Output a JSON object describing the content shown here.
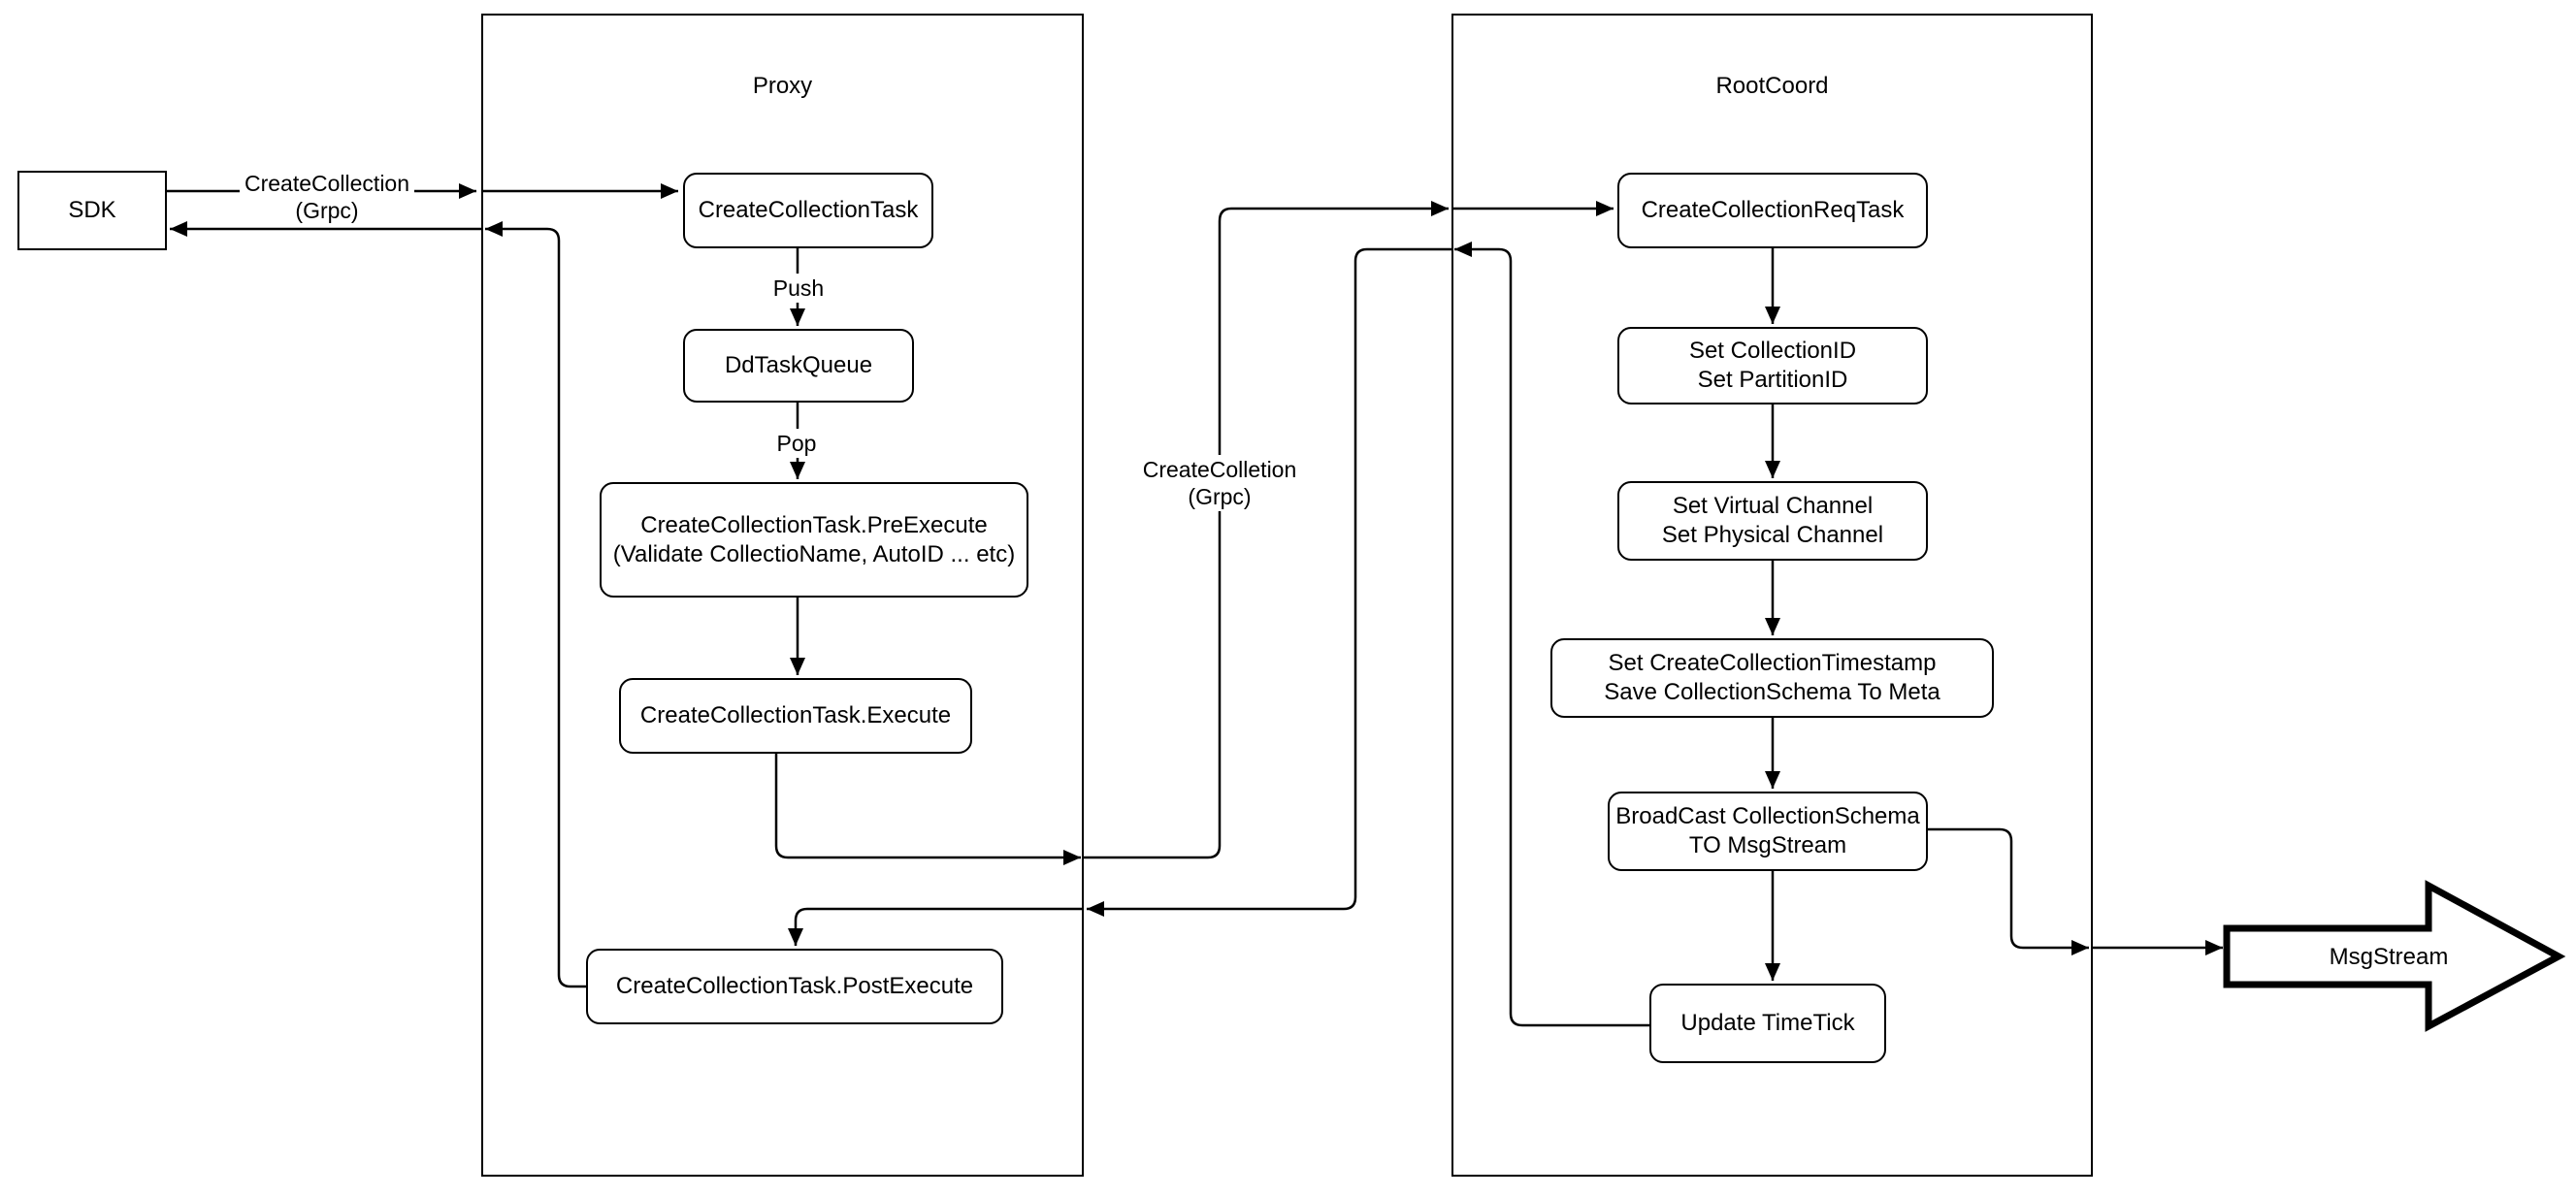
{
  "nodes": {
    "sdk": "SDK",
    "proxy": {
      "title": "Proxy",
      "create_collection_task": "CreateCollectionTask",
      "dd_task_queue": "DdTaskQueue",
      "pre_execute": {
        "line1": "CreateCollectionTask.PreExecute",
        "line2": "(Validate CollectioName, AutoID ... etc)"
      },
      "execute": "CreateCollectionTask.Execute",
      "post_execute": "CreateCollectionTask.PostExecute"
    },
    "rootcoord": {
      "title": "RootCoord",
      "req_task": "CreateCollectionReqTask",
      "set_ids": {
        "line1": "Set CollectionID",
        "line2": "Set PartitionID"
      },
      "set_channels": {
        "line1": "Set Virtual Channel",
        "line2": "Set Physical Channel"
      },
      "set_timestamp": {
        "line1": "Set CreateCollectionTimestamp",
        "line2": "Save CollectionSchema To Meta"
      },
      "broadcast": {
        "line1": "BroadCast CollectionSchema",
        "line2": "TO MsgStream"
      },
      "update_timetick": "Update TimeTick"
    },
    "msgstream": "MsgStream"
  },
  "edge_labels": {
    "sdk_to_proxy": {
      "line1": "CreateCollection",
      "line2": "(Grpc)"
    },
    "proxy_to_rootcoord": {
      "line1": "CreateColletion",
      "line2": "(Grpc)"
    },
    "push": "Push",
    "pop": "Pop"
  },
  "colors": {
    "stroke": "#000000",
    "background": "#ffffff"
  }
}
